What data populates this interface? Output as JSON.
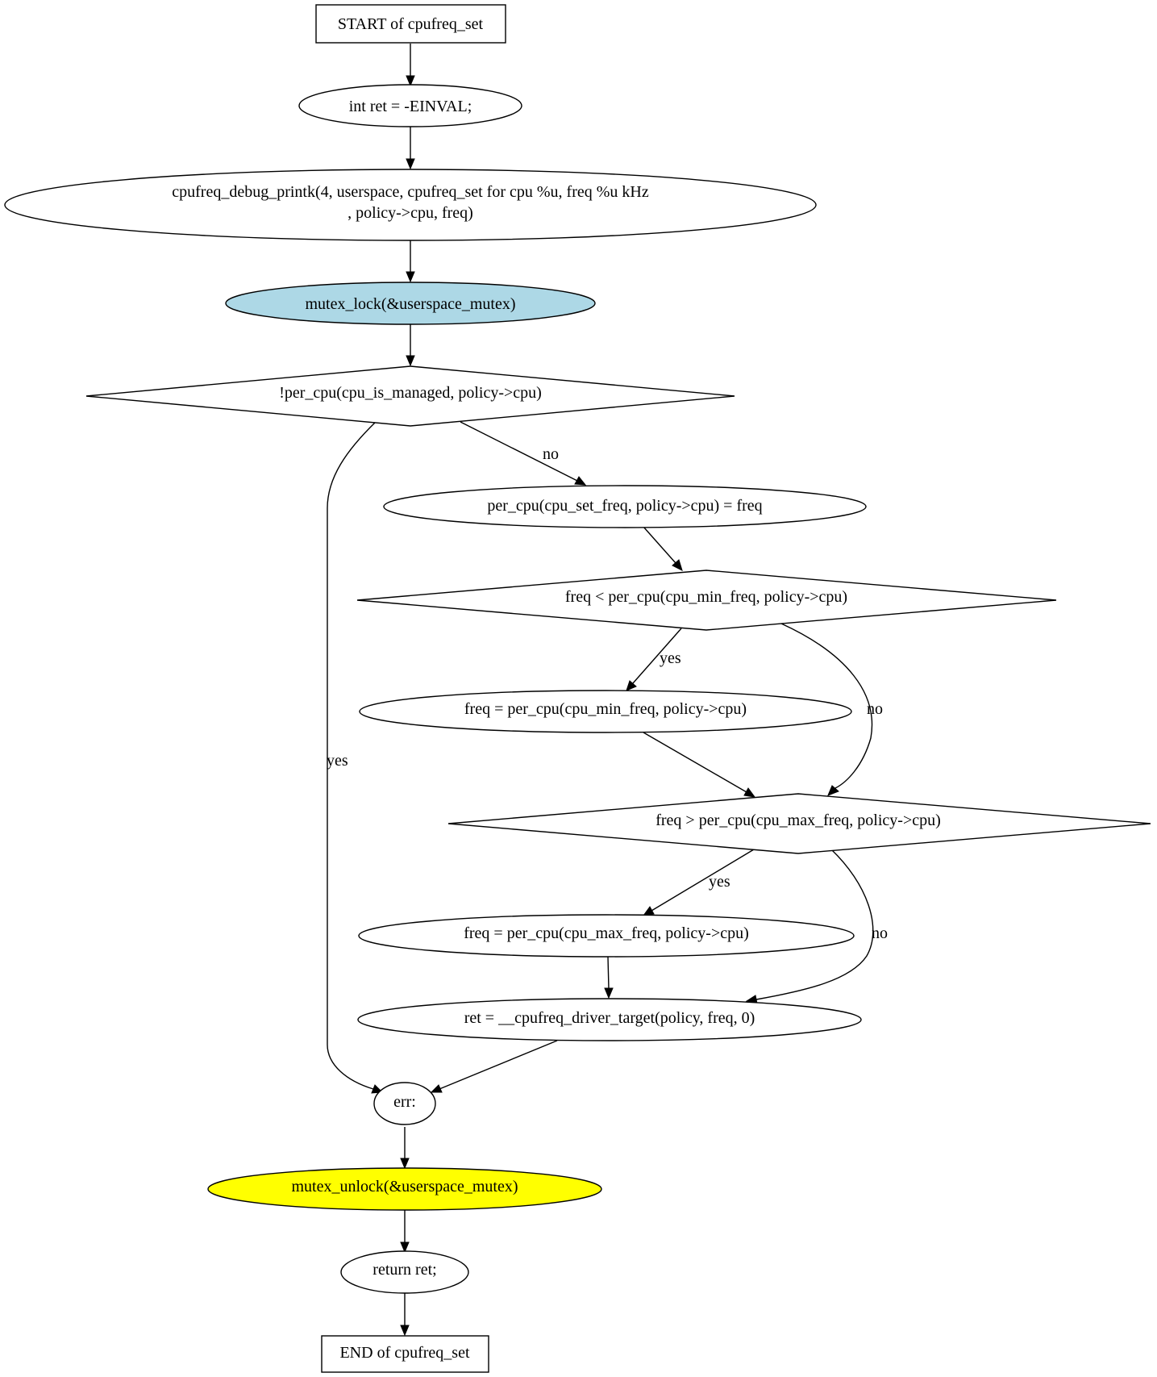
{
  "diagram": {
    "nodes": {
      "start": {
        "text": "START of cpufreq_set",
        "shape": "box",
        "fill": "#ffffff"
      },
      "ret_init": {
        "text": "int ret = -EINVAL;",
        "shape": "ellipse",
        "fill": "#ffffff"
      },
      "debug_printk": {
        "lines": [
          "cpufreq_debug_printk(4, userspace, cpufreq_set for cpu %u, freq %u kHz",
          ", policy->cpu, freq)"
        ],
        "shape": "ellipse",
        "fill": "#ffffff"
      },
      "mutex_lock": {
        "text": "mutex_lock(&userspace_mutex)",
        "shape": "ellipse",
        "fill": "#add8e6"
      },
      "cond_managed": {
        "text": "!per_cpu(cpu_is_managed, policy->cpu)",
        "shape": "diamond",
        "fill": "#ffffff"
      },
      "set_freq": {
        "text": "per_cpu(cpu_set_freq, policy->cpu) = freq",
        "shape": "ellipse",
        "fill": "#ffffff"
      },
      "cond_min": {
        "text": "freq < per_cpu(cpu_min_freq, policy->cpu)",
        "shape": "diamond",
        "fill": "#ffffff"
      },
      "assign_min": {
        "text": "freq = per_cpu(cpu_min_freq, policy->cpu)",
        "shape": "ellipse",
        "fill": "#ffffff"
      },
      "cond_max": {
        "text": "freq > per_cpu(cpu_max_freq, policy->cpu)",
        "shape": "diamond",
        "fill": "#ffffff"
      },
      "assign_max": {
        "text": "freq = per_cpu(cpu_max_freq, policy->cpu)",
        "shape": "ellipse",
        "fill": "#ffffff"
      },
      "driver_target": {
        "text": "ret = __cpufreq_driver_target(policy, freq, 0)",
        "shape": "ellipse",
        "fill": "#ffffff"
      },
      "err_label": {
        "text": "err:",
        "shape": "ellipse",
        "fill": "#ffffff"
      },
      "mutex_unlock": {
        "text": "mutex_unlock(&userspace_mutex)",
        "shape": "ellipse",
        "fill": "#ffff00"
      },
      "return_ret": {
        "text": "return ret;",
        "shape": "ellipse",
        "fill": "#ffffff"
      },
      "end": {
        "text": "END of cpufreq_set",
        "shape": "box",
        "fill": "#ffffff"
      }
    },
    "edges": [
      {
        "from": "start",
        "to": "ret_init",
        "label": ""
      },
      {
        "from": "ret_init",
        "to": "debug_printk",
        "label": ""
      },
      {
        "from": "debug_printk",
        "to": "mutex_lock",
        "label": ""
      },
      {
        "from": "mutex_lock",
        "to": "cond_managed",
        "label": ""
      },
      {
        "from": "cond_managed",
        "to": "set_freq",
        "label": "no"
      },
      {
        "from": "cond_managed",
        "to": "err_label",
        "label": "yes"
      },
      {
        "from": "set_freq",
        "to": "cond_min",
        "label": ""
      },
      {
        "from": "cond_min",
        "to": "assign_min",
        "label": "yes"
      },
      {
        "from": "cond_min",
        "to": "cond_max",
        "label": "no"
      },
      {
        "from": "assign_min",
        "to": "cond_max",
        "label": ""
      },
      {
        "from": "cond_max",
        "to": "assign_max",
        "label": "yes"
      },
      {
        "from": "cond_max",
        "to": "driver_target",
        "label": "no"
      },
      {
        "from": "assign_max",
        "to": "driver_target",
        "label": ""
      },
      {
        "from": "driver_target",
        "to": "err_label",
        "label": ""
      },
      {
        "from": "err_label",
        "to": "mutex_unlock",
        "label": ""
      },
      {
        "from": "mutex_unlock",
        "to": "return_ret",
        "label": ""
      },
      {
        "from": "return_ret",
        "to": "end",
        "label": ""
      }
    ]
  }
}
